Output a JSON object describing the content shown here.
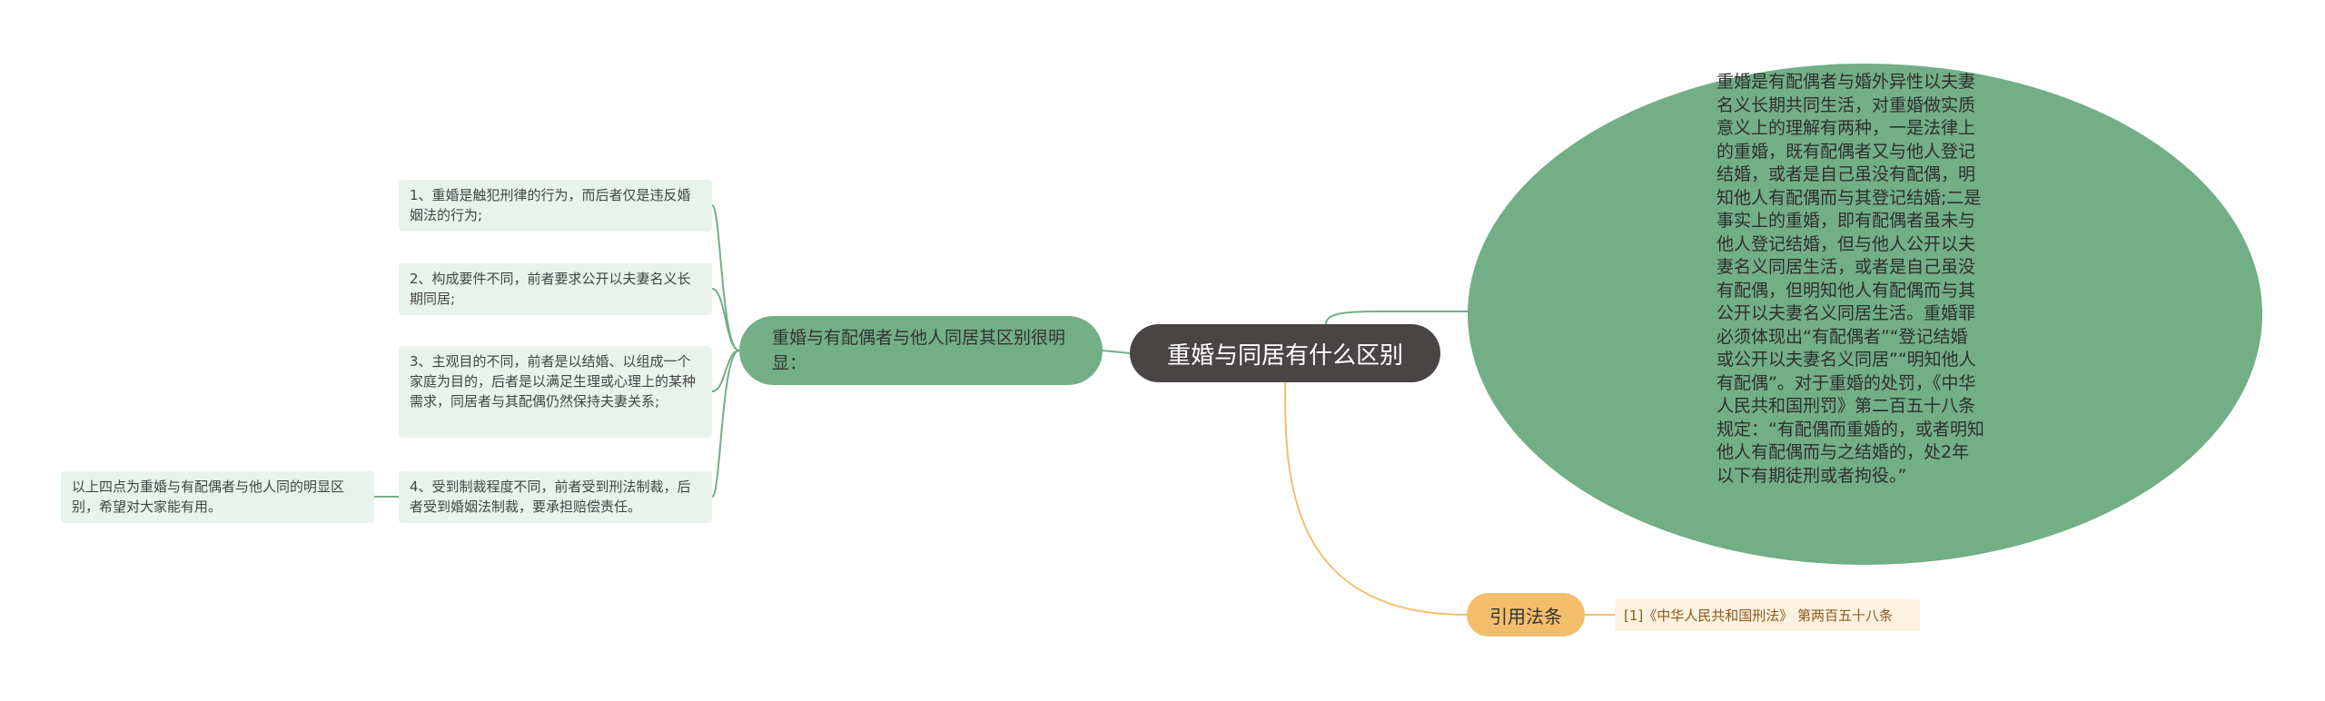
{
  "root": {
    "label": "重婚与同居有什么区别"
  },
  "branch": {
    "label": "重婚与有配偶者与他人同居其区别很明显："
  },
  "points": [
    {
      "text": "1、重婚是触犯刑律的行为，而后者仅是违反婚姻法的行为;"
    },
    {
      "text": "2、构成要件不同，前者要求公开以夫妻名义长期同居;"
    },
    {
      "text": "3、主观目的不同，前者是以结婚、以组成一个家庭为目的，后者是以满足生理或心理上的某种需求，同居者与其配偶仍然保持夫妻关系;"
    },
    {
      "text": "4、受到制裁程度不同，前者受到刑法制裁，后者受到婚姻法制裁，要承担赔偿责任。"
    }
  ],
  "summary": {
    "text": "以上四点为重婚与有配偶者与他人同的明显区别，希望对大家能有用。"
  },
  "definition": {
    "text": "重婚是有配偶者与婚外异性以夫妻名义长期共同生活，对重婚做实质意义上的理解有两种，一是法律上的重婚，既有配偶者又与他人登记结婚，或者是自己虽没有配偶，明知他人有配偶而与其登记结婚;二是事实上的重婚，即有配偶者虽未与他人登记结婚，但与他人公开以夫妻名义同居生活，或者是自己虽没有配偶，但明知他人有配偶而与其公开以夫妻名义同居生活。重婚罪必须体现出“有配偶者”“登记结婚或公开以夫妻名义同居”“明知他人有配偶”。对于重婚的处罚，《中华人民共和国刑罚》第二百五十八条规定：“有配偶而重婚的，或者明知他人有配偶而与之结婚的，处2年以下有期徒刑或者拘役。”"
  },
  "citation": {
    "label": "引用法条",
    "detail": "[1]《中华人民共和国刑法》 第两百五十八条"
  },
  "colors": {
    "root_bg": "#4a4545",
    "branch_green": "#72ae86",
    "leaf_bg": "#e8f3ec",
    "cite_orange": "#f3be6c",
    "cite_detail_bg": "#fdf1e0"
  }
}
